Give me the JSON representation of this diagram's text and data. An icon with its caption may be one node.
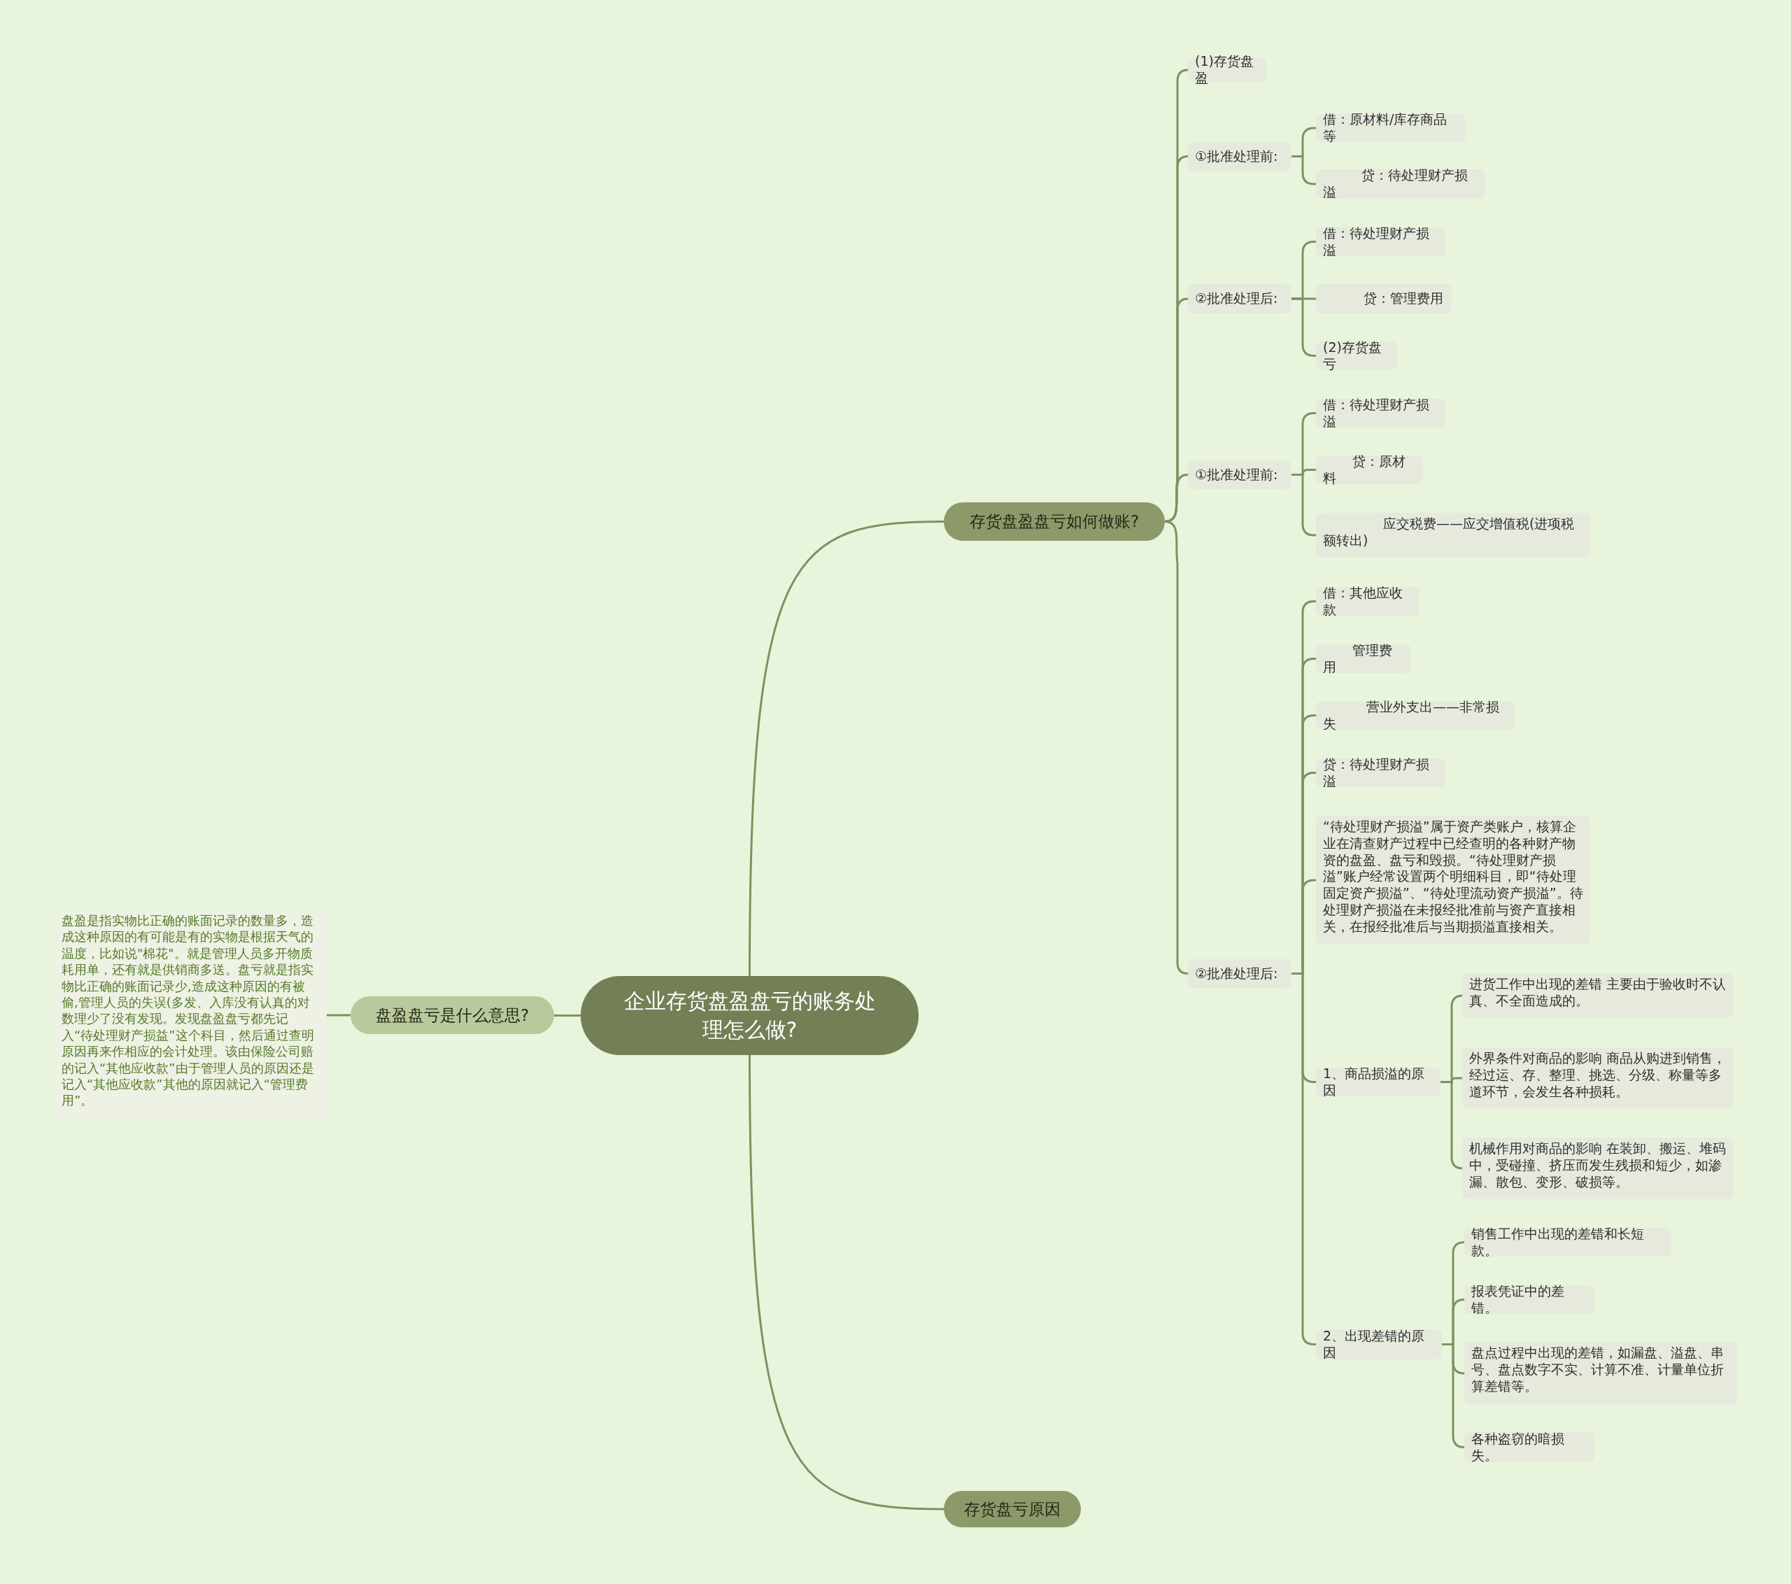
{
  "diagram": {
    "nodes": [
      {
        "text": [
          "企业存货盘盈盘亏的账务处理怎么做?"
        ]
      },
      {
        "text": [
          "存货盘盈盘亏如何做账?"
        ]
      },
      {
        "text": [
          "(1)存货盘盈"
        ]
      },
      {
        "text": [
          "①批准处理前:"
        ]
      },
      {
        "text": [
          "借：原材料/库存商品等"
        ]
      },
      {
        "text": [
          "贷：待处理财产损溢"
        ]
      },
      {
        "text": [
          "②批准处理后:"
        ]
      },
      {
        "text": [
          "借：待处理财产损溢"
        ]
      },
      {
        "text": [
          "贷：管理费用"
        ]
      },
      {
        "text": [
          "(2)存货盘亏"
        ]
      },
      {
        "text": [
          "①批准处理前:"
        ]
      },
      {
        "text": [
          "借：待处理财产损溢"
        ]
      },
      {
        "text": [
          "贷：原材料"
        ]
      },
      {
        "text": [
          "应交税费——应交增值税(进项税额转出)"
        ]
      },
      {
        "text": [
          "②批准处理后:"
        ]
      },
      {
        "text": [
          "借：其他应收款"
        ]
      },
      {
        "text": [
          "管理费用"
        ]
      },
      {
        "text": [
          "营业外支出——非常损失"
        ]
      },
      {
        "text": [
          "贷：待处理财产损溢"
        ]
      },
      {
        "text": [
          "“待处理财产损溢”属于资产类账户，核算企业在清查财产过程中已经查明的各种财产物资的盘盈、盘亏和毁损。“待处理财产损溢”账户经常设置两个明细科目，即“待处理固定资产损溢”、“待处理流动资产损溢”。待处理财产损溢在未报经批准前与资产直接相关，在报经批准后与当期损溢直接相关。"
        ]
      },
      {
        "text": [
          "1、商品损溢的原因"
        ]
      },
      {
        "text": [
          "进货工作中出现的差错 主要由于验收时不认真、不全面造成的。"
        ]
      },
      {
        "text": [
          "外界条件对商品的影响 商品从购进到销售，经过运、存、整理、挑选、分级、称量等多道环节，会发生各种损耗。"
        ]
      },
      {
        "text": [
          "机械作用对商品的影响 在装卸、搬运、堆码中，受碰撞、挤压而发生残损和短少，如渗漏、散包、变形、破损等。"
        ]
      },
      {
        "text": [
          "2、出现差错的原因"
        ]
      },
      {
        "text": [
          "销售工作中出现的差错和长短款。"
        ]
      },
      {
        "text": [
          "报表凭证中的差错。"
        ]
      },
      {
        "text": [
          "盘点过程中出现的差错，如漏盘、溢盘、串号、盘点数字不实、计算不准、计量单位折算差错等。"
        ]
      },
      {
        "text": [
          "各种盗窃的暗损失。"
        ]
      },
      {
        "text": [
          "存货盘亏原因"
        ]
      },
      {
        "text": [
          "盘盈盘亏是什么意思?"
        ]
      },
      {
        "text": [
          "盘盈是指实物比正确的账面记录的数量多，造成这种原因的有可能是有的实物是根据天气的温度，比如说\"棉花\"。就是管理人员多开物质耗用单，还有就是供销商多送。盘亏就是指实物比正确的账面记录少,造成这种原因的有被偷,管理人员的失误(多发、入库没有认真的对数理少了没有发现。发现盘盈盘亏都先记入“待处理财产损益”这个科目，然后通过查明原因再来作相应的会计处理。该由保险公司赔的记入“其他应收款”由于管理人员的原因还是记入“其他应收款”其他的原因就记入“管理费用”。"
        ]
      }
    ],
    "edges": [
      {
        "from": 0,
        "to": 1,
        "arrow": "none"
      },
      {
        "from": 1,
        "to": 2,
        "arrow": "none"
      },
      {
        "from": 1,
        "to": 3,
        "arrow": "none"
      },
      {
        "from": 3,
        "to": 4,
        "arrow": "none"
      },
      {
        "from": 3,
        "to": 5,
        "arrow": "none"
      },
      {
        "from": 1,
        "to": 6,
        "arrow": "none"
      },
      {
        "from": 6,
        "to": 7,
        "arrow": "none"
      },
      {
        "from": 6,
        "to": 8,
        "arrow": "none"
      },
      {
        "from": 6,
        "to": 9,
        "arrow": "none"
      },
      {
        "from": 1,
        "to": 10,
        "arrow": "none"
      },
      {
        "from": 10,
        "to": 11,
        "arrow": "none"
      },
      {
        "from": 10,
        "to": 12,
        "arrow": "none"
      },
      {
        "from": 10,
        "to": 13,
        "arrow": "none"
      },
      {
        "from": 1,
        "to": 14,
        "arrow": "none"
      },
      {
        "from": 14,
        "to": 15,
        "arrow": "none"
      },
      {
        "from": 14,
        "to": 16,
        "arrow": "none"
      },
      {
        "from": 14,
        "to": 17,
        "arrow": "none"
      },
      {
        "from": 14,
        "to": 18,
        "arrow": "none"
      },
      {
        "from": 14,
        "to": 19,
        "arrow": "none"
      },
      {
        "from": 14,
        "to": 20,
        "arrow": "none"
      },
      {
        "from": 20,
        "to": 21,
        "arrow": "none"
      },
      {
        "from": 20,
        "to": 22,
        "arrow": "none"
      },
      {
        "from": 20,
        "to": 23,
        "arrow": "none"
      },
      {
        "from": 14,
        "to": 24,
        "arrow": "none"
      },
      {
        "from": 24,
        "to": 25,
        "arrow": "none"
      },
      {
        "from": 24,
        "to": 26,
        "arrow": "none"
      },
      {
        "from": 24,
        "to": 27,
        "arrow": "none"
      },
      {
        "from": 24,
        "to": 28,
        "arrow": "none"
      },
      {
        "from": 0,
        "to": 29,
        "arrow": "none"
      },
      {
        "from": 0,
        "to": 30,
        "arrow": "none"
      },
      {
        "from": 30,
        "to": 31,
        "arrow": "none"
      }
    ]
  }
}
